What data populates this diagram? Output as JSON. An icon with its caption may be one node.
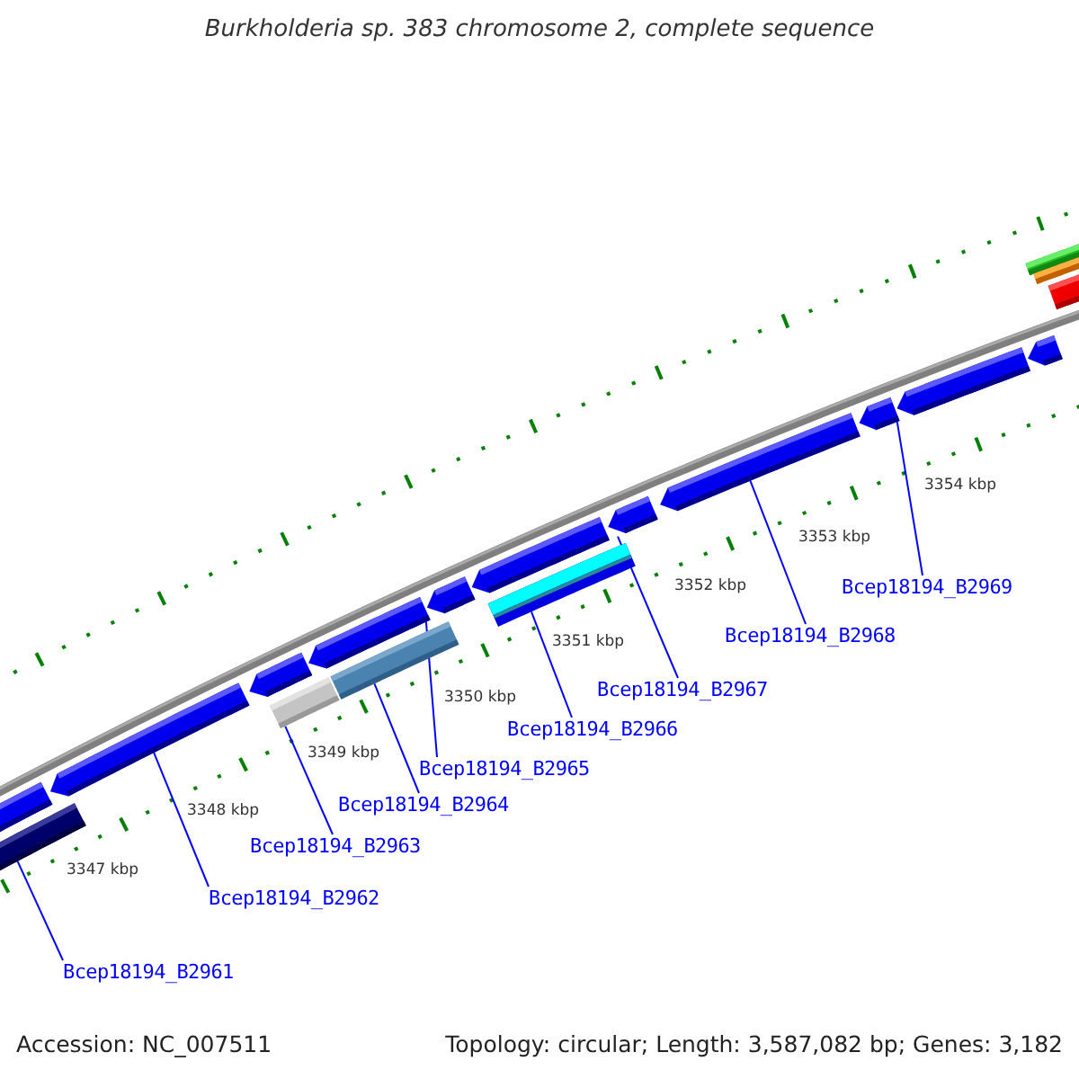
{
  "diagram": {
    "title": "Burkholderia sp. 383 chromosome 2, complete sequence",
    "nodes": [
      {
        "text": [],
        "shape": "bar"
      },
      {
        "text": [],
        "shape": "bar"
      },
      {
        "text": [],
        "shape": "bar"
      },
      {
        "text": [],
        "shape": "bar"
      },
      {
        "text": [],
        "shape": "bar"
      },
      {
        "text": [],
        "shape": "bar"
      },
      {
        "text": [],
        "shape": "bar"
      },
      {
        "text": [],
        "shape": "bar"
      },
      {
        "text": [],
        "shape": "bar"
      },
      {
        "text": [],
        "shape": "bar"
      },
      {
        "text": [],
        "shape": "bar"
      },
      {
        "text": [],
        "shape": "bar"
      },
      {
        "text": [],
        "shape": "bar"
      },
      {
        "text": [],
        "shape": "bar"
      },
      {
        "text": [],
        "shape": "bar"
      },
      {
        "text": [],
        "shape": "bar"
      },
      {
        "text": [],
        "shape": "bar"
      },
      {
        "text": [],
        "shape": "bar"
      },
      {
        "text": [
          "Bcep18194_B2961"
        ]
      },
      {
        "text": [
          "Bcep18194_B2962"
        ]
      },
      {
        "text": [
          "Bcep18194_B2963"
        ]
      },
      {
        "text": [
          "Bcep18194_B2964"
        ]
      },
      {
        "text": [
          "Bcep18194_B2965"
        ]
      },
      {
        "text": [
          "Bcep18194_B2966"
        ]
      },
      {
        "text": [
          "Bcep18194_B2967"
        ]
      },
      {
        "text": [
          "Bcep18194_B2968"
        ]
      },
      {
        "text": [
          "Bcep18194_B2969"
        ]
      }
    ],
    "edges": [
      {
        "from": 18,
        "to": 1,
        "arrow": "none"
      },
      {
        "from": 19,
        "to": 2,
        "arrow": "none"
      },
      {
        "from": 20,
        "to": 4,
        "arrow": "none"
      },
      {
        "from": 21,
        "to": 6,
        "arrow": "none"
      },
      {
        "from": 22,
        "to": 7,
        "arrow": "none"
      },
      {
        "from": 23,
        "to": 9,
        "arrow": "none"
      },
      {
        "from": 24,
        "to": 10,
        "arrow": "none"
      },
      {
        "from": 25,
        "to": 11,
        "arrow": "none"
      },
      {
        "from": 26,
        "to": 13,
        "arrow": "none"
      }
    ],
    "labels": [
      "3347 kbp",
      "3348 kbp",
      "3349 kbp",
      "3350 kbp",
      "3351 kbp",
      "3352 kbp",
      "3353 kbp",
      "3354 kbp",
      "Accession: NC_007511",
      "Topology: circular; Length: 3,587,082 bp; Genes: 3,182"
    ]
  }
}
